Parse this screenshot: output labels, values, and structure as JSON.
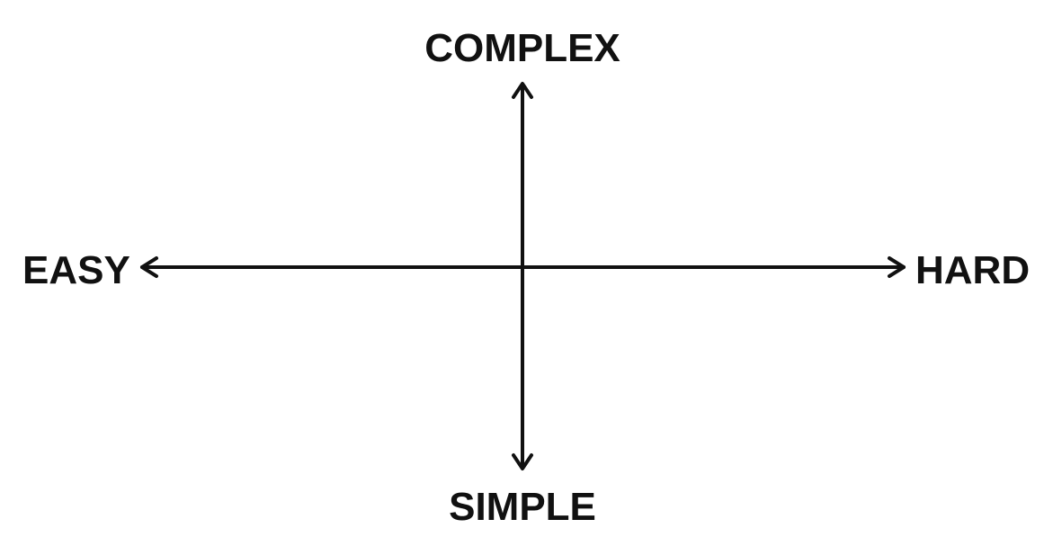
{
  "diagram": {
    "top_label": "COMPLEX",
    "bottom_label": "SIMPLE",
    "left_label": "EASY",
    "right_label": "HARD",
    "line_color": "#111111",
    "text_color": "#111111",
    "background": "#ffffff"
  }
}
